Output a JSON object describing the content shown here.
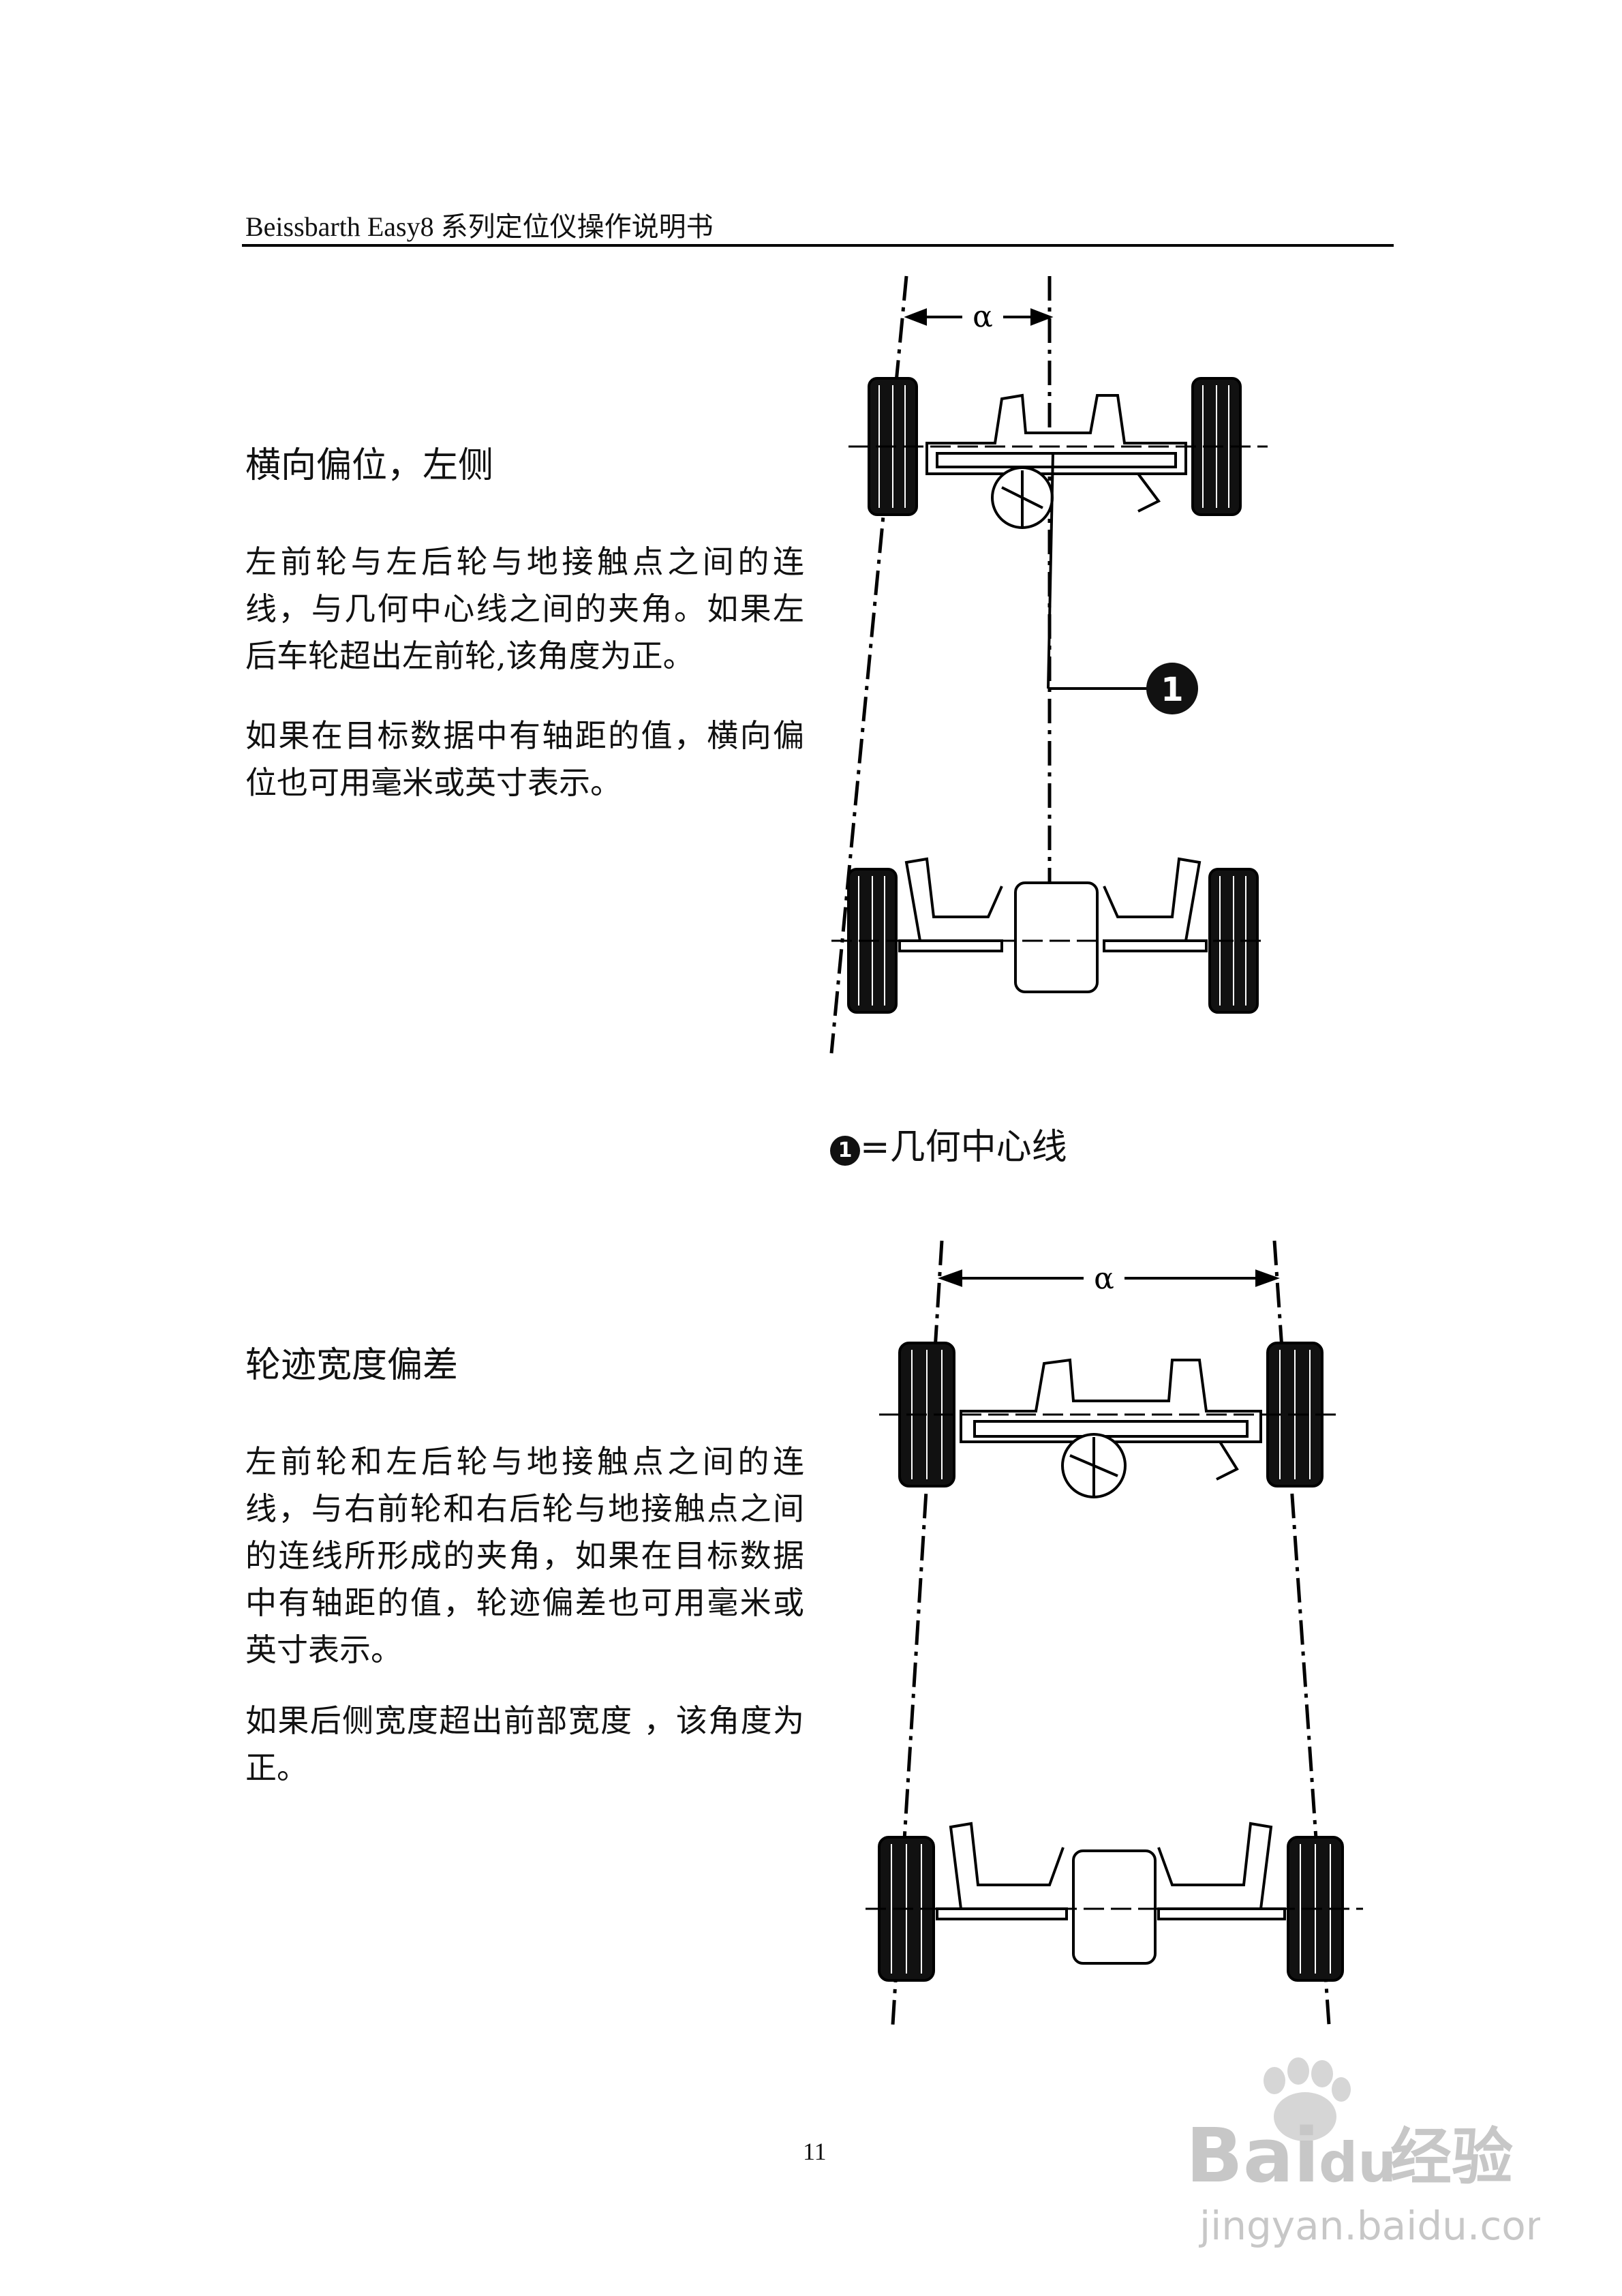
{
  "header": {
    "title": "Beissbarth Easy8 系列定位仪操作说明书"
  },
  "section1": {
    "heading": "横向偏位，左侧",
    "paragraphs": [
      "左前轮与左后轮与地接触点之间的连线，与几何中心线之间的夹角。如果左后车轮超出左前轮,该角度为正。",
      "如果在目标数据中有轴距的值，横向偏位也可用毫米或英寸表示。"
    ],
    "diagram": {
      "angle_label": "α",
      "marker_label": "1"
    },
    "caption": {
      "bullet": "1",
      "text": "=几何中心线"
    }
  },
  "section2": {
    "heading": "轮迹宽度偏差",
    "paragraphs": [
      "左前轮和左后轮与地接触点之间的连线，与右前轮和右后轮与地接触点之间的连线所形成的夹角，如果在目标数据中有轴距的值，轮迹偏差也可用毫米或英寸表示。",
      "如果后侧宽度超出前部宽度 ，该角度为正。"
    ],
    "diagram": {
      "angle_label": "α"
    }
  },
  "page_number": "11",
  "watermark": {
    "logo": "Bai",
    "logo_suffix": "du",
    "brand_cn": "经验",
    "url": "jingyan.baidu.com"
  }
}
